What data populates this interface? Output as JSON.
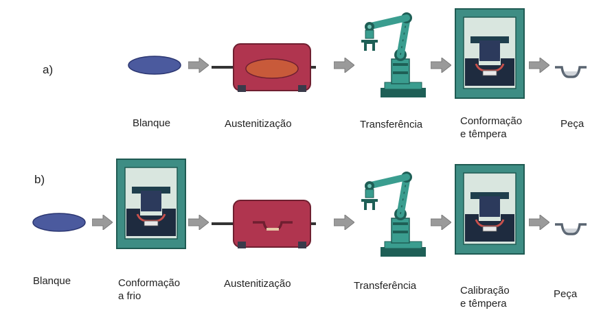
{
  "colors": {
    "blank_fill": "#4b5a9e",
    "blank_stroke": "#2a3570",
    "furnace_body": "#b0354f",
    "furnace_dark": "#6f1f30",
    "furnace_ellipse": "#c85a3a",
    "press_frame": "#3e8d84",
    "press_frame_dark": "#1f5a52",
    "press_window": "#d9e6df",
    "die_dark": "#2c3a5c",
    "robot_teal": "#3a9d8f",
    "robot_dark": "#1e5f56",
    "arrow_gray": "#9a9a9a",
    "line_dark": "#333333",
    "part_gray": "#596470"
  },
  "row_a": {
    "label": "a)",
    "steps": {
      "blank": "Blanque",
      "heat": "Austenitização",
      "transfer": "Transferência",
      "form_l1": "Conformação",
      "form_l2": "e têmpera",
      "part": "Peça"
    }
  },
  "row_b": {
    "label": "b)",
    "steps": {
      "blank": "Blanque",
      "cold_l1": "Conformação",
      "cold_l2": "a frio",
      "heat": "Austenitização",
      "transfer": "Transferência",
      "calib_l1": "Calibração",
      "calib_l2": "e têmpera",
      "part": "Peça"
    }
  }
}
